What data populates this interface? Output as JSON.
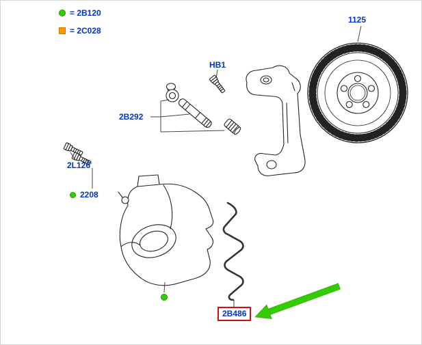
{
  "legend": {
    "items": [
      {
        "symbol": "green-dot",
        "text": "= 2B120"
      },
      {
        "symbol": "orange-square",
        "text": "= 2C028"
      }
    ]
  },
  "part_labels": {
    "rotor": "1125",
    "hb1": "HB1",
    "guide_pin_kit": "2B292",
    "guide_bolt": "2L126",
    "caliper_bolt": "2208",
    "pad_spring_clip": "2B486"
  },
  "colors": {
    "label_text": "#0033cc",
    "marker_green": "#33cc00",
    "marker_orange": "#ff9900",
    "highlight_border": "#cc1111",
    "arrow_green": "#33cc00",
    "line_art": "#222222"
  }
}
